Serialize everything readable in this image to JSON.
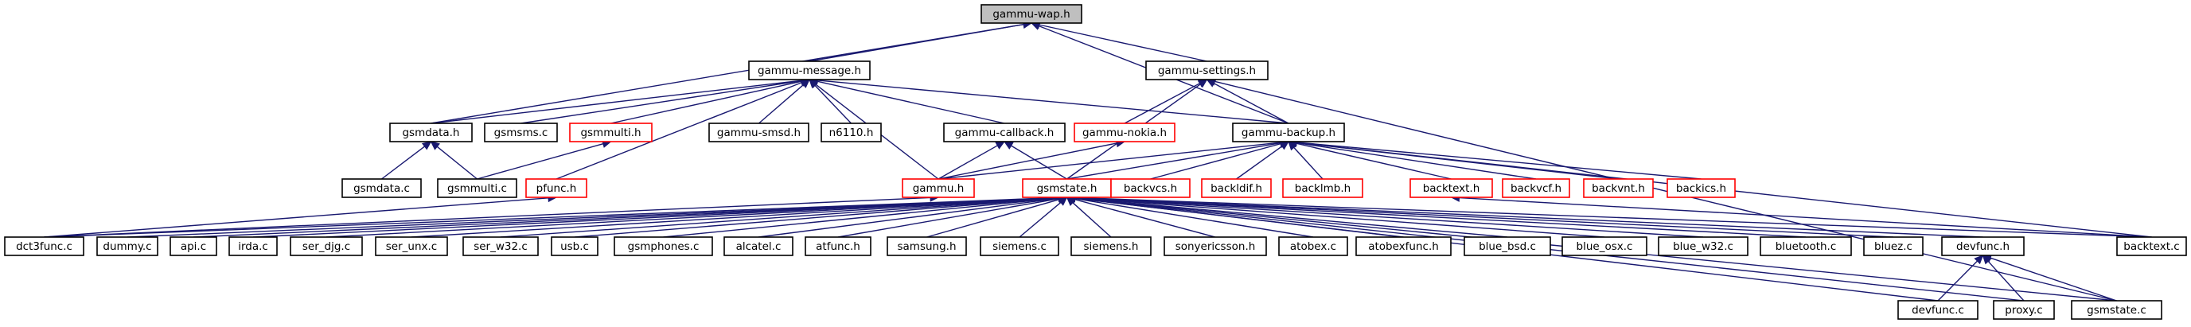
{
  "diagram": {
    "colors": {
      "edge": "#191970",
      "node_border_default": "#000000",
      "node_border_truncated": "#ff0000",
      "root_fill": "#bfbfbf",
      "node_fill": "#ffffff"
    },
    "nodes": [
      {
        "id": "gammu-wap.h",
        "label": "gammu-wap.h",
        "style": "root"
      },
      {
        "id": "gammu-message.h",
        "label": "gammu-message.h",
        "style": "normal"
      },
      {
        "id": "gammu-settings.h",
        "label": "gammu-settings.h",
        "style": "normal"
      },
      {
        "id": "gsmdata.h",
        "label": "gsmdata.h",
        "style": "normal"
      },
      {
        "id": "gsmsms.c",
        "label": "gsmsms.c",
        "style": "normal"
      },
      {
        "id": "gsmmulti.h",
        "label": "gsmmulti.h",
        "style": "truncated"
      },
      {
        "id": "gammu-smsd.h",
        "label": "gammu-smsd.h",
        "style": "normal"
      },
      {
        "id": "n6110.h",
        "label": "n6110.h",
        "style": "normal"
      },
      {
        "id": "gammu-callback.h",
        "label": "gammu-callback.h",
        "style": "normal"
      },
      {
        "id": "gammu-nokia.h",
        "label": "gammu-nokia.h",
        "style": "truncated"
      },
      {
        "id": "gammu-backup.h",
        "label": "gammu-backup.h",
        "style": "normal"
      },
      {
        "id": "gsmdata.c",
        "label": "gsmdata.c",
        "style": "normal"
      },
      {
        "id": "gsmmulti.c",
        "label": "gsmmulti.c",
        "style": "normal"
      },
      {
        "id": "pfunc.h",
        "label": "pfunc.h",
        "style": "truncated"
      },
      {
        "id": "gammu.h",
        "label": "gammu.h",
        "style": "truncated"
      },
      {
        "id": "gsmstate.h",
        "label": "gsmstate.h",
        "style": "truncated"
      },
      {
        "id": "backvcs.h",
        "label": "backvcs.h",
        "style": "truncated"
      },
      {
        "id": "backldif.h",
        "label": "backldif.h",
        "style": "truncated"
      },
      {
        "id": "backlmb.h",
        "label": "backlmb.h",
        "style": "truncated"
      },
      {
        "id": "backtext.h",
        "label": "backtext.h",
        "style": "truncated"
      },
      {
        "id": "backvcf.h",
        "label": "backvcf.h",
        "style": "truncated"
      },
      {
        "id": "backvnt.h",
        "label": "backvnt.h",
        "style": "truncated"
      },
      {
        "id": "backics.h",
        "label": "backics.h",
        "style": "truncated"
      },
      {
        "id": "dct3func.c",
        "label": "dct3func.c",
        "style": "normal"
      },
      {
        "id": "dummy.c",
        "label": "dummy.c",
        "style": "normal"
      },
      {
        "id": "api.c",
        "label": "api.c",
        "style": "normal"
      },
      {
        "id": "irda.c",
        "label": "irda.c",
        "style": "normal"
      },
      {
        "id": "ser_djg.c",
        "label": "ser_djg.c",
        "style": "normal"
      },
      {
        "id": "ser_unx.c",
        "label": "ser_unx.c",
        "style": "normal"
      },
      {
        "id": "ser_w32.c",
        "label": "ser_w32.c",
        "style": "normal"
      },
      {
        "id": "usb.c",
        "label": "usb.c",
        "style": "normal"
      },
      {
        "id": "gsmphones.c",
        "label": "gsmphones.c",
        "style": "normal"
      },
      {
        "id": "alcatel.c",
        "label": "alcatel.c",
        "style": "normal"
      },
      {
        "id": "atfunc.h",
        "label": "atfunc.h",
        "style": "normal"
      },
      {
        "id": "samsung.h",
        "label": "samsung.h",
        "style": "normal"
      },
      {
        "id": "siemens.c",
        "label": "siemens.c",
        "style": "normal"
      },
      {
        "id": "siemens.h",
        "label": "siemens.h",
        "style": "normal"
      },
      {
        "id": "sonyericsson.h",
        "label": "sonyericsson.h",
        "style": "normal"
      },
      {
        "id": "atobex.c",
        "label": "atobex.c",
        "style": "normal"
      },
      {
        "id": "atobexfunc.h",
        "label": "atobexfunc.h",
        "style": "normal"
      },
      {
        "id": "blue_bsd.c",
        "label": "blue_bsd.c",
        "style": "normal"
      },
      {
        "id": "blue_osx.c",
        "label": "blue_osx.c",
        "style": "normal"
      },
      {
        "id": "blue_w32.c",
        "label": "blue_w32.c",
        "style": "normal"
      },
      {
        "id": "bluetooth.c",
        "label": "bluetooth.c",
        "style": "normal"
      },
      {
        "id": "bluez.c",
        "label": "bluez.c",
        "style": "normal"
      },
      {
        "id": "devfunc.h",
        "label": "devfunc.h",
        "style": "normal"
      },
      {
        "id": "backtext.c",
        "label": "backtext.c",
        "style": "normal"
      },
      {
        "id": "devfunc.c",
        "label": "devfunc.c",
        "style": "normal"
      },
      {
        "id": "proxy.c",
        "label": "proxy.c",
        "style": "normal"
      },
      {
        "id": "gsmstate.c",
        "label": "gsmstate.c",
        "style": "normal"
      }
    ],
    "edges": [
      [
        "gammu-message.h",
        "gammu-wap.h"
      ],
      [
        "gammu-settings.h",
        "gammu-wap.h"
      ],
      [
        "gsmdata.h",
        "gammu-wap.h"
      ],
      [
        "gammu-backup.h",
        "gammu-wap.h"
      ],
      [
        "gsmdata.h",
        "gammu-message.h"
      ],
      [
        "gsmsms.c",
        "gammu-message.h"
      ],
      [
        "gsmmulti.h",
        "gammu-message.h"
      ],
      [
        "gammu-smsd.h",
        "gammu-message.h"
      ],
      [
        "n6110.h",
        "gammu-message.h"
      ],
      [
        "gammu-callback.h",
        "gammu-message.h"
      ],
      [
        "gammu-backup.h",
        "gammu-message.h"
      ],
      [
        "pfunc.h",
        "gammu-message.h"
      ],
      [
        "gammu.h",
        "gammu-message.h"
      ],
      [
        "gammu-nokia.h",
        "gammu-settings.h"
      ],
      [
        "gammu-backup.h",
        "gammu-settings.h"
      ],
      [
        "gsmstate.h",
        "gammu-settings.h"
      ],
      [
        "gsmstate.c",
        "gammu-settings.h"
      ],
      [
        "gsmdata.c",
        "gsmdata.h"
      ],
      [
        "gsmmulti.c",
        "gsmdata.h"
      ],
      [
        "gsmmulti.c",
        "gsmmulti.h"
      ],
      [
        "gammu.h",
        "gammu-callback.h"
      ],
      [
        "gsmstate.h",
        "gammu-callback.h"
      ],
      [
        "gammu.h",
        "gammu-nokia.h"
      ],
      [
        "gammu.h",
        "gammu-backup.h"
      ],
      [
        "gsmstate.h",
        "gammu-backup.h"
      ],
      [
        "backvcs.h",
        "gammu-backup.h"
      ],
      [
        "backldif.h",
        "gammu-backup.h"
      ],
      [
        "backlmb.h",
        "gammu-backup.h"
      ],
      [
        "backtext.h",
        "gammu-backup.h"
      ],
      [
        "backvcf.h",
        "gammu-backup.h"
      ],
      [
        "backvnt.h",
        "gammu-backup.h"
      ],
      [
        "backics.h",
        "gammu-backup.h"
      ],
      [
        "backtext.c",
        "gammu-backup.h"
      ],
      [
        "dct3func.c",
        "pfunc.h"
      ],
      [
        "dct3func.c",
        "gammu.h"
      ],
      [
        "backtext.c",
        "backtext.h"
      ],
      [
        "dct3func.c",
        "gsmstate.h"
      ],
      [
        "dummy.c",
        "gsmstate.h"
      ],
      [
        "api.c",
        "gsmstate.h"
      ],
      [
        "irda.c",
        "gsmstate.h"
      ],
      [
        "ser_djg.c",
        "gsmstate.h"
      ],
      [
        "ser_unx.c",
        "gsmstate.h"
      ],
      [
        "ser_w32.c",
        "gsmstate.h"
      ],
      [
        "usb.c",
        "gsmstate.h"
      ],
      [
        "gsmphones.c",
        "gsmstate.h"
      ],
      [
        "alcatel.c",
        "gsmstate.h"
      ],
      [
        "atfunc.h",
        "gsmstate.h"
      ],
      [
        "samsung.h",
        "gsmstate.h"
      ],
      [
        "siemens.c",
        "gsmstate.h"
      ],
      [
        "siemens.h",
        "gsmstate.h"
      ],
      [
        "sonyericsson.h",
        "gsmstate.h"
      ],
      [
        "atobex.c",
        "gsmstate.h"
      ],
      [
        "atobexfunc.h",
        "gsmstate.h"
      ],
      [
        "blue_bsd.c",
        "gsmstate.h"
      ],
      [
        "blue_osx.c",
        "gsmstate.h"
      ],
      [
        "blue_w32.c",
        "gsmstate.h"
      ],
      [
        "bluetooth.c",
        "gsmstate.h"
      ],
      [
        "bluez.c",
        "gsmstate.h"
      ],
      [
        "devfunc.h",
        "gsmstate.h"
      ],
      [
        "backtext.c",
        "gsmstate.h"
      ],
      [
        "devfunc.c",
        "gsmstate.h"
      ],
      [
        "proxy.c",
        "gsmstate.h"
      ],
      [
        "gsmstate.c",
        "gsmstate.h"
      ],
      [
        "devfunc.c",
        "devfunc.h"
      ],
      [
        "proxy.c",
        "devfunc.h"
      ],
      [
        "gsmstate.c",
        "devfunc.h"
      ]
    ]
  }
}
